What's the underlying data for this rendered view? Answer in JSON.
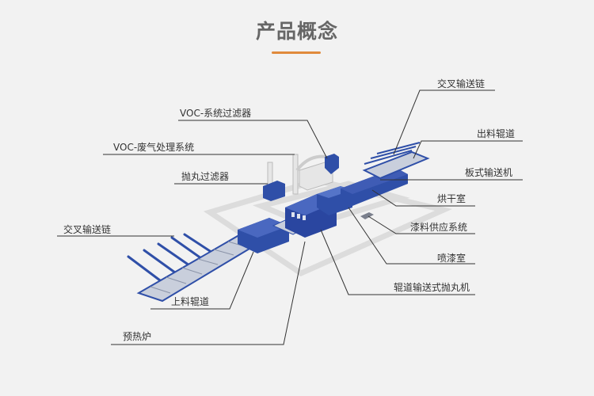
{
  "header": {
    "title": "产品概念",
    "accent_color": "#e08a3c"
  },
  "colors": {
    "machine_blue": "#2f4fa8",
    "machine_dark": "#1f3a8a",
    "floor_outline": "#dcdcdc",
    "leader_line": "#333333"
  },
  "labels": {
    "cross_chain_out": "交叉输送链",
    "outfeed_roller": "出料辊道",
    "slat_conveyor": "板式输送机",
    "drying_room": "烘干室",
    "paint_supply": "漆料供应系统",
    "spray_booth": "喷漆室",
    "shot_blast": "辊道输送式抛丸机",
    "voc_filter": "VOC-系统过滤器",
    "voc_treatment": "VOC-废气处理系统",
    "blast_filter": "抛丸过滤器",
    "cross_chain_in": "交叉输送链",
    "infeed_roller": "上料辊道",
    "preheat_oven": "预热炉"
  }
}
